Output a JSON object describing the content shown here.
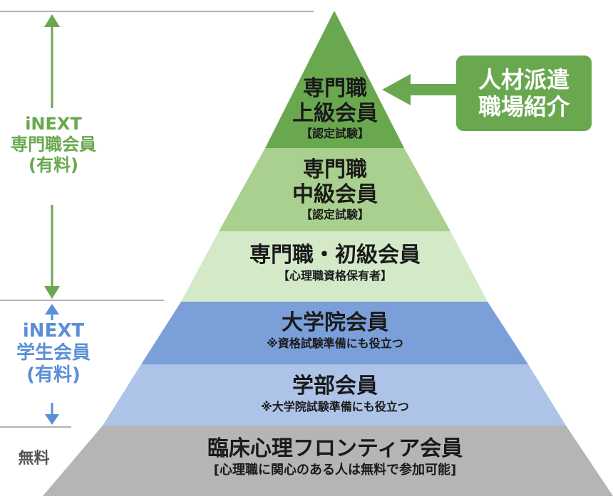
{
  "side": {
    "professional": {
      "line1": "iNEXT",
      "line2": "専門職会員",
      "line3": "(有料)"
    },
    "student": {
      "line1": "iNEXT",
      "line2": "学生会員",
      "line3": "(有料)"
    },
    "free": {
      "label": "無料"
    }
  },
  "tiers": [
    {
      "title1": "専門職",
      "title2": "上級会員",
      "sub": "【認定試験】",
      "color": "#6aa84f"
    },
    {
      "title1": "専門職",
      "title2": "中級会員",
      "sub": "【認定試験】",
      "color": "#a9d08e"
    },
    {
      "title": "専門職・初級会員",
      "sub": "【心理職資格保有者】",
      "color": "#d3e9c8"
    },
    {
      "title": "大学院会員",
      "sub": "※資格試験準備にも役立つ",
      "color": "#7b9fd9"
    },
    {
      "title": "学部会員",
      "sub": "※大学院試験準備にも役立つ",
      "color": "#aec3e8"
    },
    {
      "title": "臨床心理フロンティア会員",
      "sub": "[心理職に関心のある人は無料で参加可能]",
      "color": "#b5b5b5"
    }
  ],
  "callout": {
    "line1": "人材派遣",
    "line2": "職場紹介",
    "color": "#6aa84f"
  },
  "colors": {
    "green_arrow": "#6aa84f",
    "blue_arrow": "#5b8fd6",
    "divider": "#999999"
  }
}
